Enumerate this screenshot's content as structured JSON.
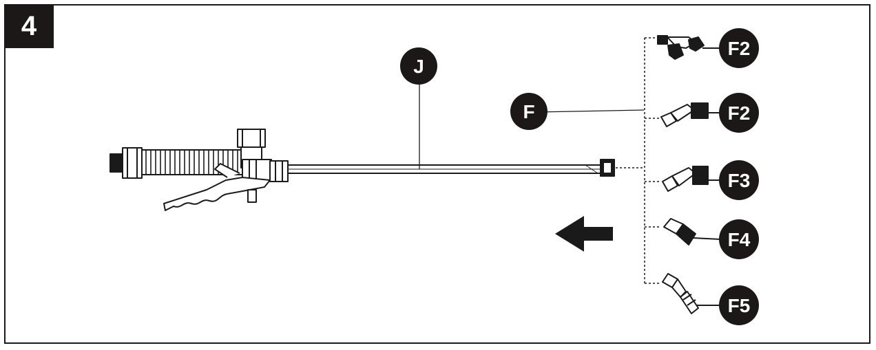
{
  "step": {
    "number": "4"
  },
  "callouts": {
    "lance": "J",
    "nozzles": "F",
    "nozzle_double": "F2",
    "nozzle_adjustable": "F2",
    "nozzle_cone": "F3",
    "nozzle_flat": "F4",
    "nozzle_angled": "F5"
  },
  "colors": {
    "badge": "#1b1817",
    "line": "#1a1a1a",
    "background": "#ffffff"
  },
  "icons": {
    "direction": "arrow-left-icon",
    "assembly": "spray-gun-with-lance-drawing"
  }
}
